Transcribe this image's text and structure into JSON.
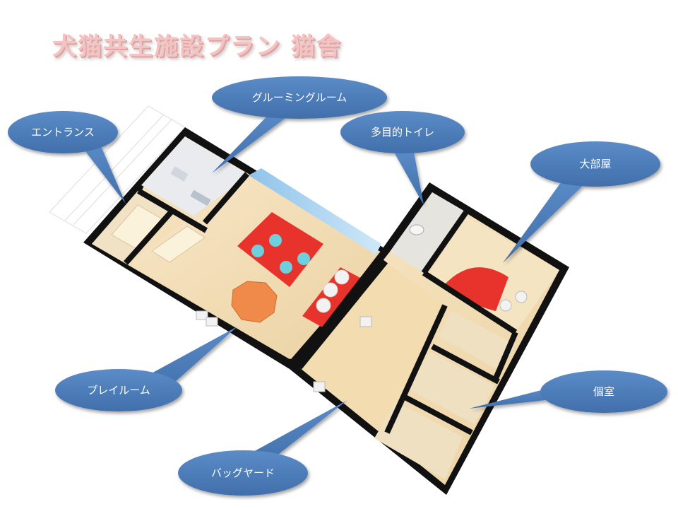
{
  "title": "犬猫共生施設プラン 猫舎",
  "colors": {
    "bubble": "#4f7fba",
    "bubble_edge": "#3f6aa3",
    "wall": "#111111",
    "floor": "#f3dcb4",
    "rug": "#e8332c",
    "title_pink": "#f6c3c3"
  },
  "callouts": {
    "entrance": "エントランス",
    "grooming": "グルーミングルーム",
    "toilet": "多目的トイレ",
    "large_room": "大部屋",
    "play_room": "プレイルーム",
    "private_room": "個室",
    "backyard": "バッグヤード"
  }
}
